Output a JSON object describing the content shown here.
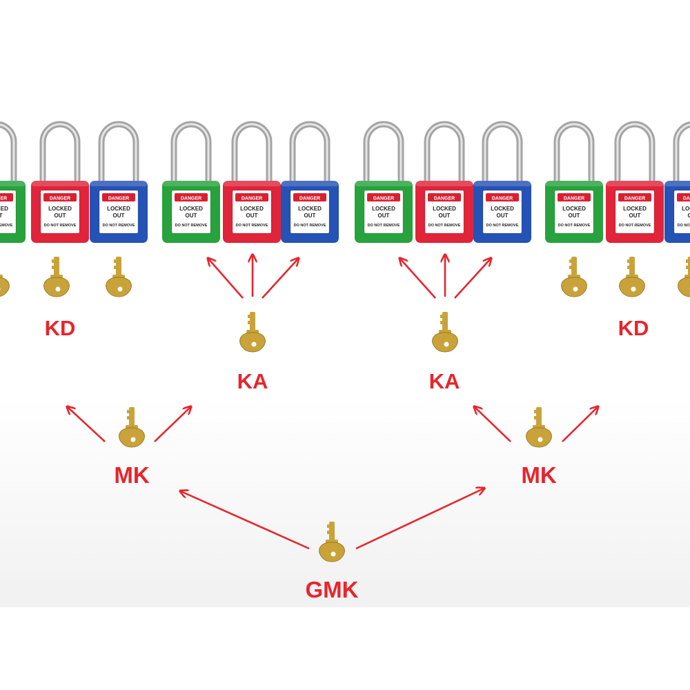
{
  "lock_colors": {
    "green": "#27a23c",
    "red": "#e0243a",
    "blue": "#2552b5"
  },
  "accent_color": "#e8242c",
  "key_color": "#c9a33a",
  "tag": {
    "danger": "DANGER",
    "line1": "LOCKED",
    "line2": "OUT",
    "line3": "DO NOT REMOVE"
  },
  "groups": [
    {
      "locks": [
        "green",
        "red",
        "blue"
      ],
      "key_label": "KD"
    },
    {
      "locks": [
        "green",
        "red",
        "blue"
      ],
      "key_label": "KA"
    },
    {
      "locks": [
        "green",
        "red",
        "blue"
      ],
      "key_label": "KA"
    },
    {
      "locks": [
        "green",
        "red",
        "blue"
      ],
      "key_label": "KD"
    }
  ],
  "master_labels": [
    "MK",
    "MK"
  ],
  "grand_master_label": "GMK"
}
